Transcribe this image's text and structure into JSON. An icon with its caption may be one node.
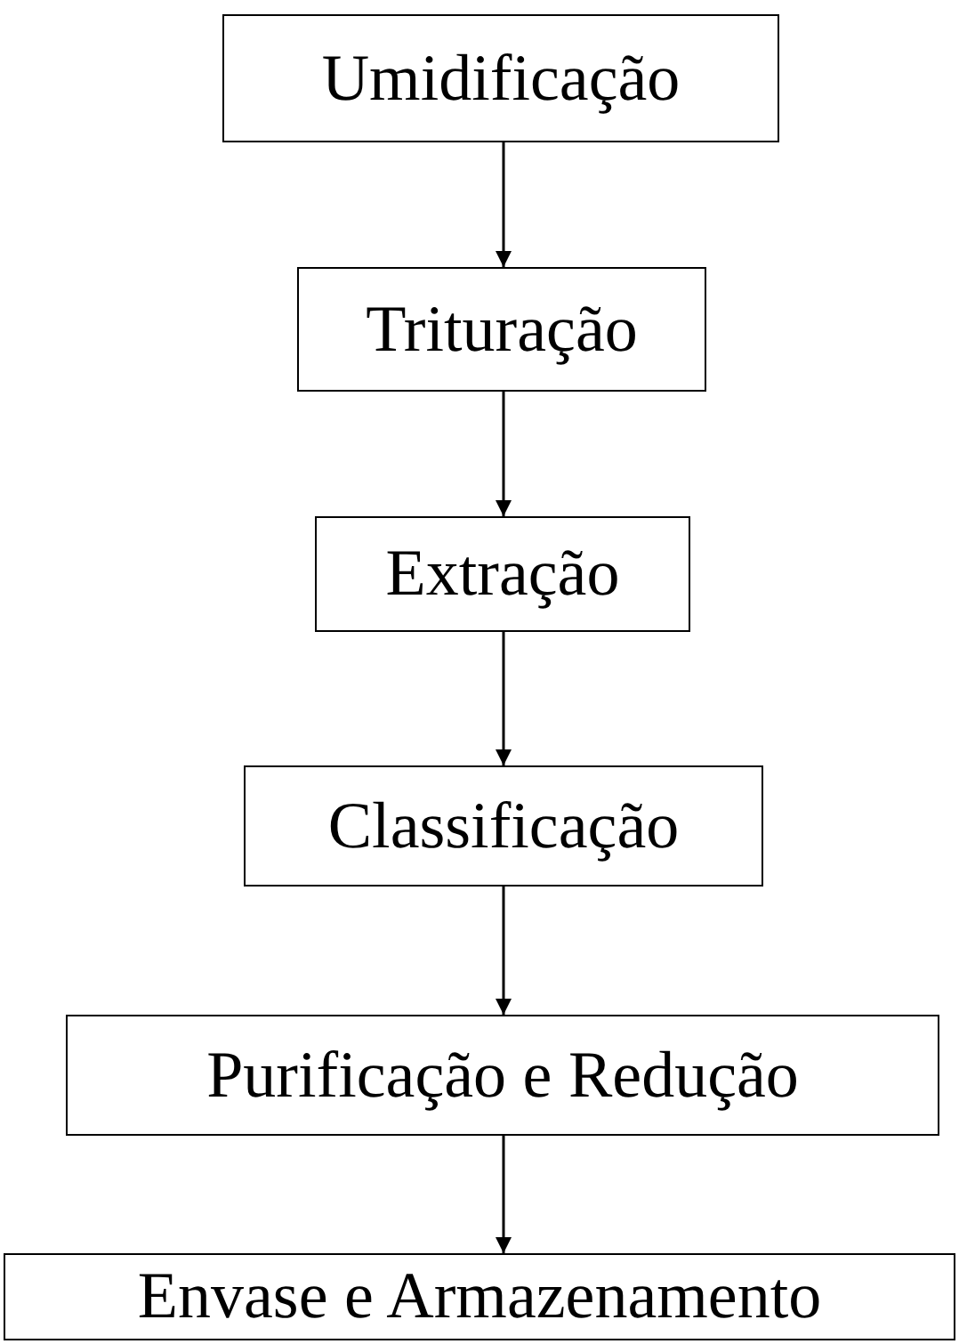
{
  "diagram": {
    "nodes": [
      {
        "text": [
          "Umidificação"
        ]
      },
      {
        "text": [
          "Trituração"
        ]
      },
      {
        "text": [
          "Extração"
        ]
      },
      {
        "text": [
          "Classificação"
        ]
      },
      {
        "text": [
          "Purificação e Redução"
        ]
      },
      {
        "text": [
          "Envase e Armazenamento"
        ]
      }
    ],
    "edges": [
      {
        "from": 0,
        "to": 1,
        "arrow": "to"
      },
      {
        "from": 1,
        "to": 2,
        "arrow": "to"
      },
      {
        "from": 2,
        "to": 3,
        "arrow": "to"
      },
      {
        "from": 3,
        "to": 4,
        "arrow": "to"
      },
      {
        "from": 4,
        "to": 5,
        "arrow": "to"
      }
    ]
  }
}
